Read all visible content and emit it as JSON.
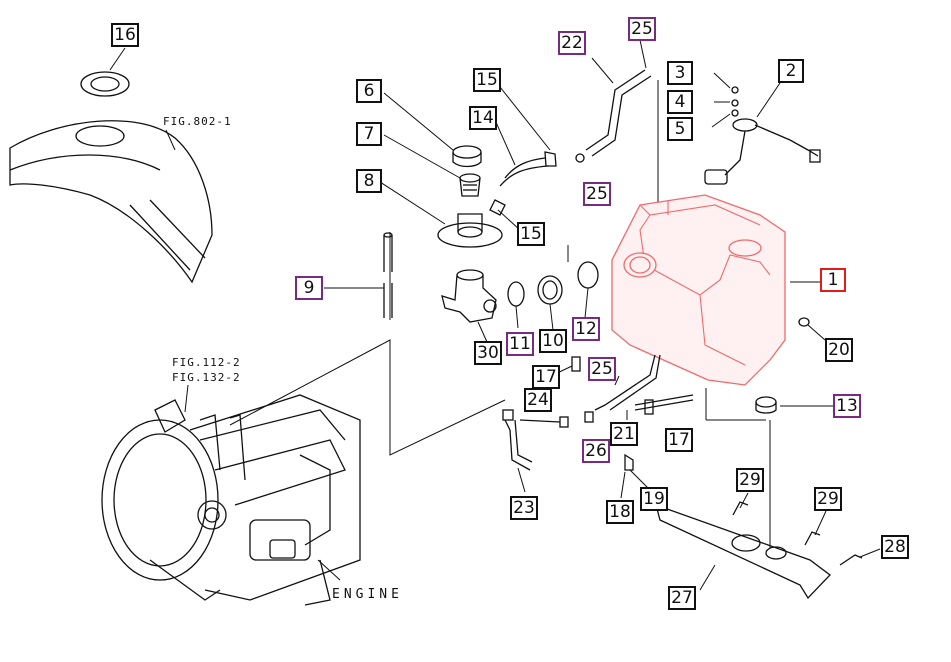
{
  "figure_refs": {
    "fig802": "FIG.802-1",
    "fig112": "FIG.112-2",
    "fig132": "FIG.132-2",
    "engine": "ENGINE"
  },
  "callouts": [
    {
      "id": "16",
      "num": "16"
    },
    {
      "id": "22",
      "num": "22"
    },
    {
      "id": "25a",
      "num": "25"
    },
    {
      "id": "3",
      "num": "3"
    },
    {
      "id": "2",
      "num": "2"
    },
    {
      "id": "4",
      "num": "4"
    },
    {
      "id": "5",
      "num": "5"
    },
    {
      "id": "6",
      "num": "6"
    },
    {
      "id": "15a",
      "num": "15"
    },
    {
      "id": "14",
      "num": "14"
    },
    {
      "id": "7",
      "num": "7"
    },
    {
      "id": "8",
      "num": "8"
    },
    {
      "id": "25b",
      "num": "25"
    },
    {
      "id": "15b",
      "num": "15"
    },
    {
      "id": "9",
      "num": "9"
    },
    {
      "id": "1",
      "num": "1"
    },
    {
      "id": "11",
      "num": "11"
    },
    {
      "id": "10",
      "num": "10"
    },
    {
      "id": "12",
      "num": "12"
    },
    {
      "id": "30",
      "num": "30"
    },
    {
      "id": "20",
      "num": "20"
    },
    {
      "id": "17a",
      "num": "17"
    },
    {
      "id": "25c",
      "num": "25"
    },
    {
      "id": "24",
      "num": "24"
    },
    {
      "id": "13",
      "num": "13"
    },
    {
      "id": "21",
      "num": "21"
    },
    {
      "id": "17b",
      "num": "17"
    },
    {
      "id": "26",
      "num": "26"
    },
    {
      "id": "29a",
      "num": "29"
    },
    {
      "id": "19",
      "num": "19"
    },
    {
      "id": "29b",
      "num": "29"
    },
    {
      "id": "23",
      "num": "23"
    },
    {
      "id": "18",
      "num": "18"
    },
    {
      "id": "28",
      "num": "28"
    },
    {
      "id": "27",
      "num": "27"
    }
  ],
  "colors": {
    "standard_border": "#111111",
    "alternate_border": "#7a2a82",
    "highlight_border": "#e21b1b",
    "tank_outline": "#f06a6a"
  }
}
